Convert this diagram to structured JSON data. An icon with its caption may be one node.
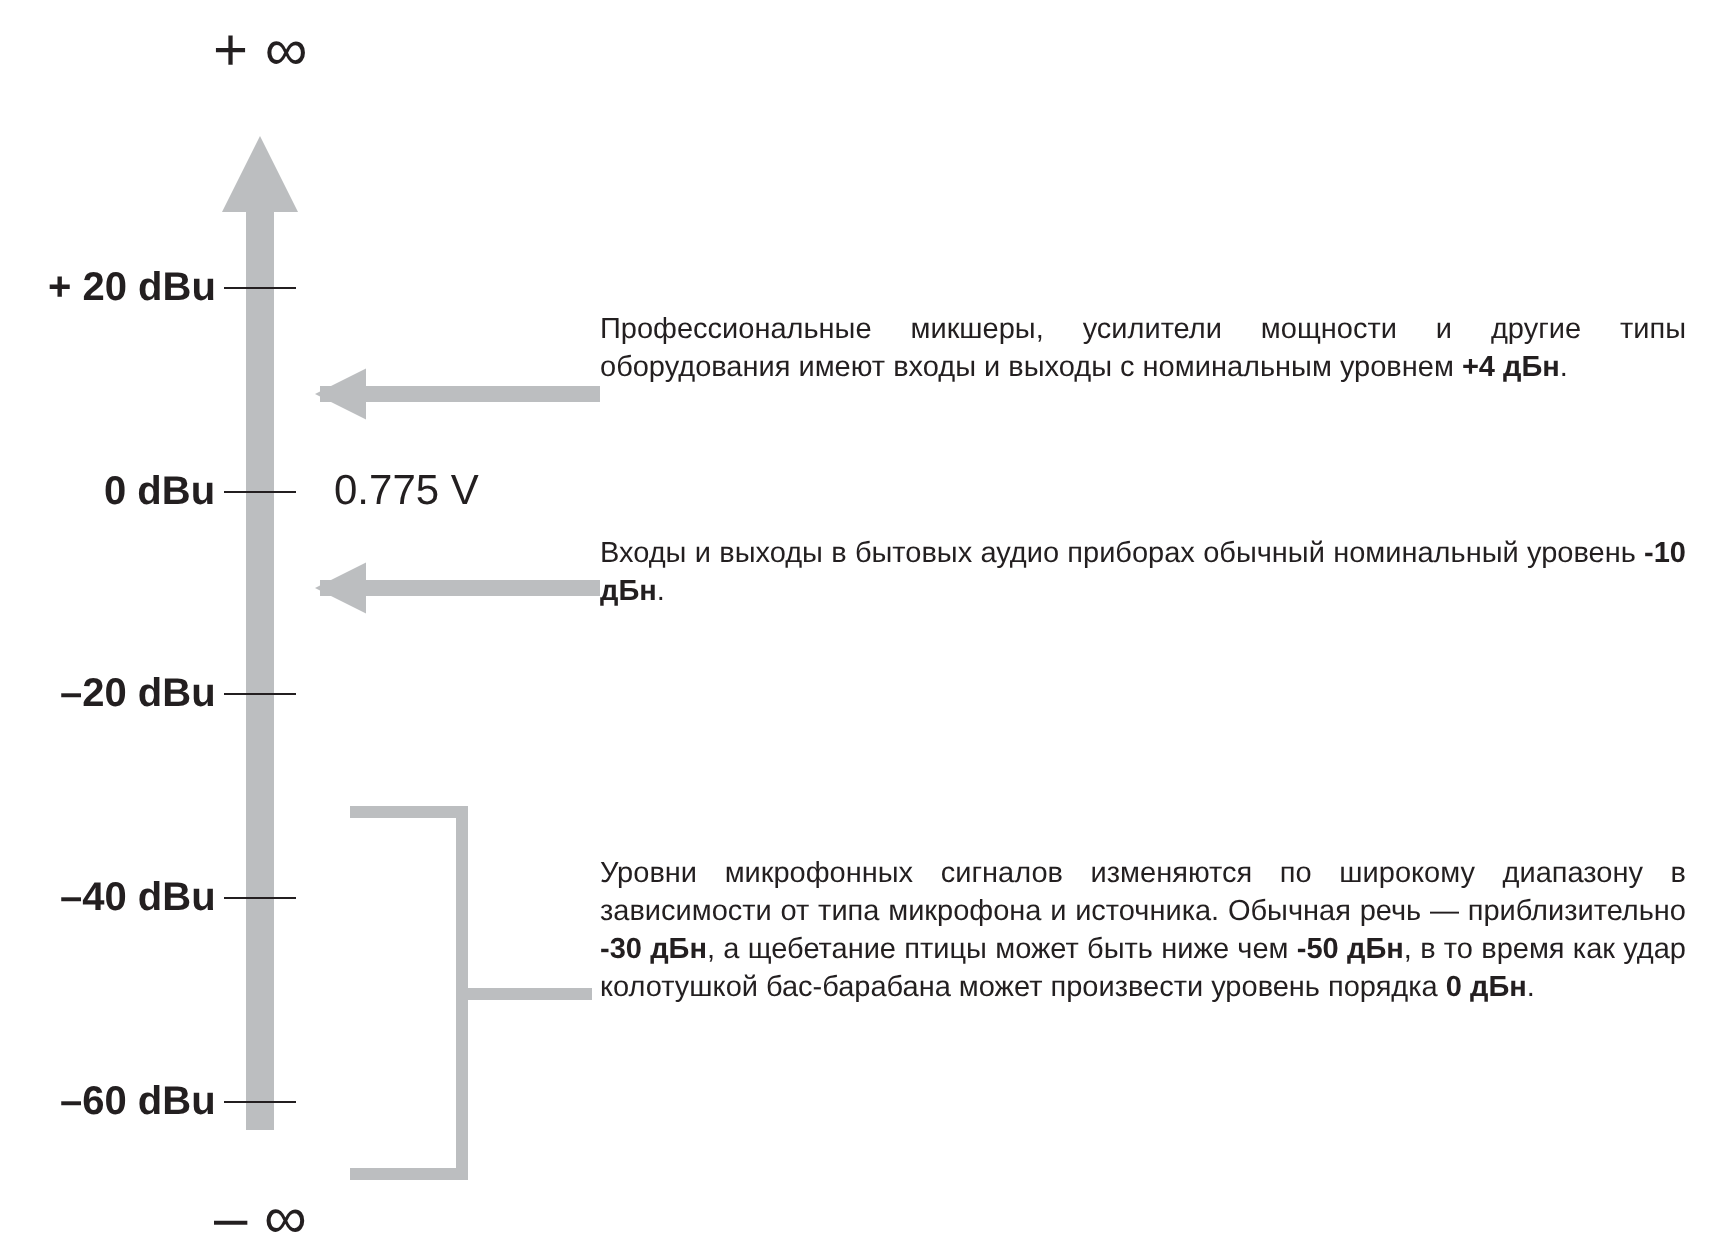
{
  "diagram": {
    "nodes": [
      {
        "text": [
          "Профессиональные микшеры, усилители мощности и другие типы оборудования имеют входы и выходы с номинальным уровнем **+4 дБн**."
        ]
      },
      {
        "text": [
          "Входы и выходы в бытовых аудио приборах обычный номинальный уровень **-10 дБн**."
        ]
      },
      {
        "text": [
          "Уровни микрофонных сигналов изменяются по широкому диапазону в зависимости от типа микрофона и источника. Обычная речь — приблизительно **-30 дБн**, а щебетание птицы может быть ниже чем **-50 дБн**, в то время как удар колотушкой бас-барабана может произвести уровень порядка **0 дБн**."
        ]
      }
    ],
    "edges": [
      {
        "from": 0,
        "to": null,
        "arrow": "to"
      },
      {
        "from": 1,
        "to": null,
        "arrow": "to"
      }
    ],
    "labels": [
      "+ ∞",
      "+ 20 dBu",
      "0 dBu",
      "0.775 V",
      "–20 dBu",
      "–40 dBu",
      "–60 dBu",
      "– ∞"
    ]
  }
}
